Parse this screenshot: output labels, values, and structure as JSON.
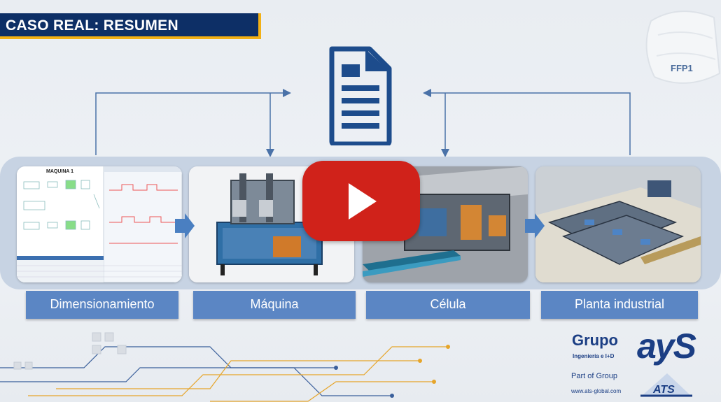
{
  "slide": {
    "title": "CASO REAL: RESUMEN",
    "mask_label": "FFP1"
  },
  "stages": [
    {
      "label": "Dimensionamiento",
      "thumb_title": "MAQUINA 1"
    },
    {
      "label": "Máquina"
    },
    {
      "label": "Célula"
    },
    {
      "label": "Planta industrial"
    }
  ],
  "branding": {
    "grupo": "Grupo",
    "ingenieria": "Ingeniería e I+D",
    "ays": "ayS",
    "part_of": "Part of Group",
    "website": "www.ats-global.com",
    "ats": "ATS"
  },
  "colors": {
    "title_bg": "#0d2f66",
    "title_accent": "#f2b015",
    "label_bg": "#5b86c4",
    "play_red": "#d0221a",
    "brand_blue": "#1b3e84"
  }
}
